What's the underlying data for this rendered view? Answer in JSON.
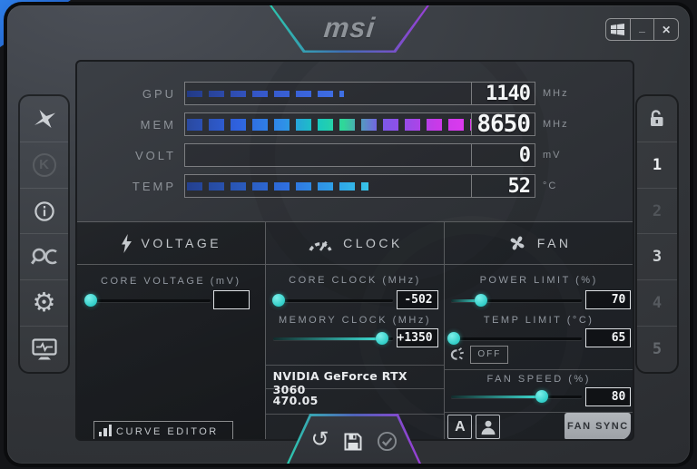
{
  "window": {
    "logo_text": "msi",
    "controls": {
      "minimize_glyph": "_",
      "close_glyph": "✕"
    }
  },
  "glyphs": {
    "gear": "⚙",
    "reset": "↺",
    "kombustor_k": "K"
  },
  "gauges": [
    {
      "label": "GPU",
      "value": "1140",
      "unit": "MHz",
      "fill_pct": 45
    },
    {
      "label": "MEM",
      "value": "8650",
      "unit": "MHz",
      "fill_pct": 97
    },
    {
      "label": "VOLT",
      "value": "0",
      "unit": "mV",
      "fill_pct": 0
    },
    {
      "label": "TEMP",
      "value": "52",
      "unit": "°C",
      "fill_pct": 52
    }
  ],
  "sidebar_left": {
    "icons": [
      "afterburner-jet",
      "kombustor-k",
      "information",
      "oc-scanner",
      "settings-gear",
      "hardware-monitor"
    ]
  },
  "sidebar_right": {
    "lock_icon": "open-padlock",
    "profiles": [
      "1",
      "2",
      "3",
      "4",
      "5"
    ]
  },
  "voltage_panel": {
    "title": "VOLTAGE",
    "core_voltage": {
      "label": "CORE VOLTAGE (mV)",
      "value": "",
      "slider_pct": 2
    },
    "curve_editor_label": "CURVE EDITOR"
  },
  "clock_panel": {
    "title": "CLOCK",
    "core_clock": {
      "label": "CORE CLOCK (MHz)",
      "value": "-502",
      "slider_pct": 5
    },
    "memory_clock": {
      "label": "MEMORY CLOCK (MHz)",
      "value": "+1350",
      "slider_pct": 91
    },
    "gpu_name": "NVIDIA GeForce RTX 3060",
    "driver_version": "470.05"
  },
  "fan_panel": {
    "title": "FAN",
    "power_limit": {
      "label": "POWER LIMIT (%)",
      "value": "70",
      "slider_pct": 23
    },
    "temp_limit": {
      "label": "TEMP LIMIT (°C)",
      "value": "65",
      "slider_pct": 2
    },
    "link_toggle": {
      "label": "OFF"
    },
    "fan_speed": {
      "label": "FAN SPEED (%)",
      "value": "80",
      "slider_pct": 69
    },
    "auto_label": "A",
    "fan_sync_label": "FAN SYNC"
  }
}
